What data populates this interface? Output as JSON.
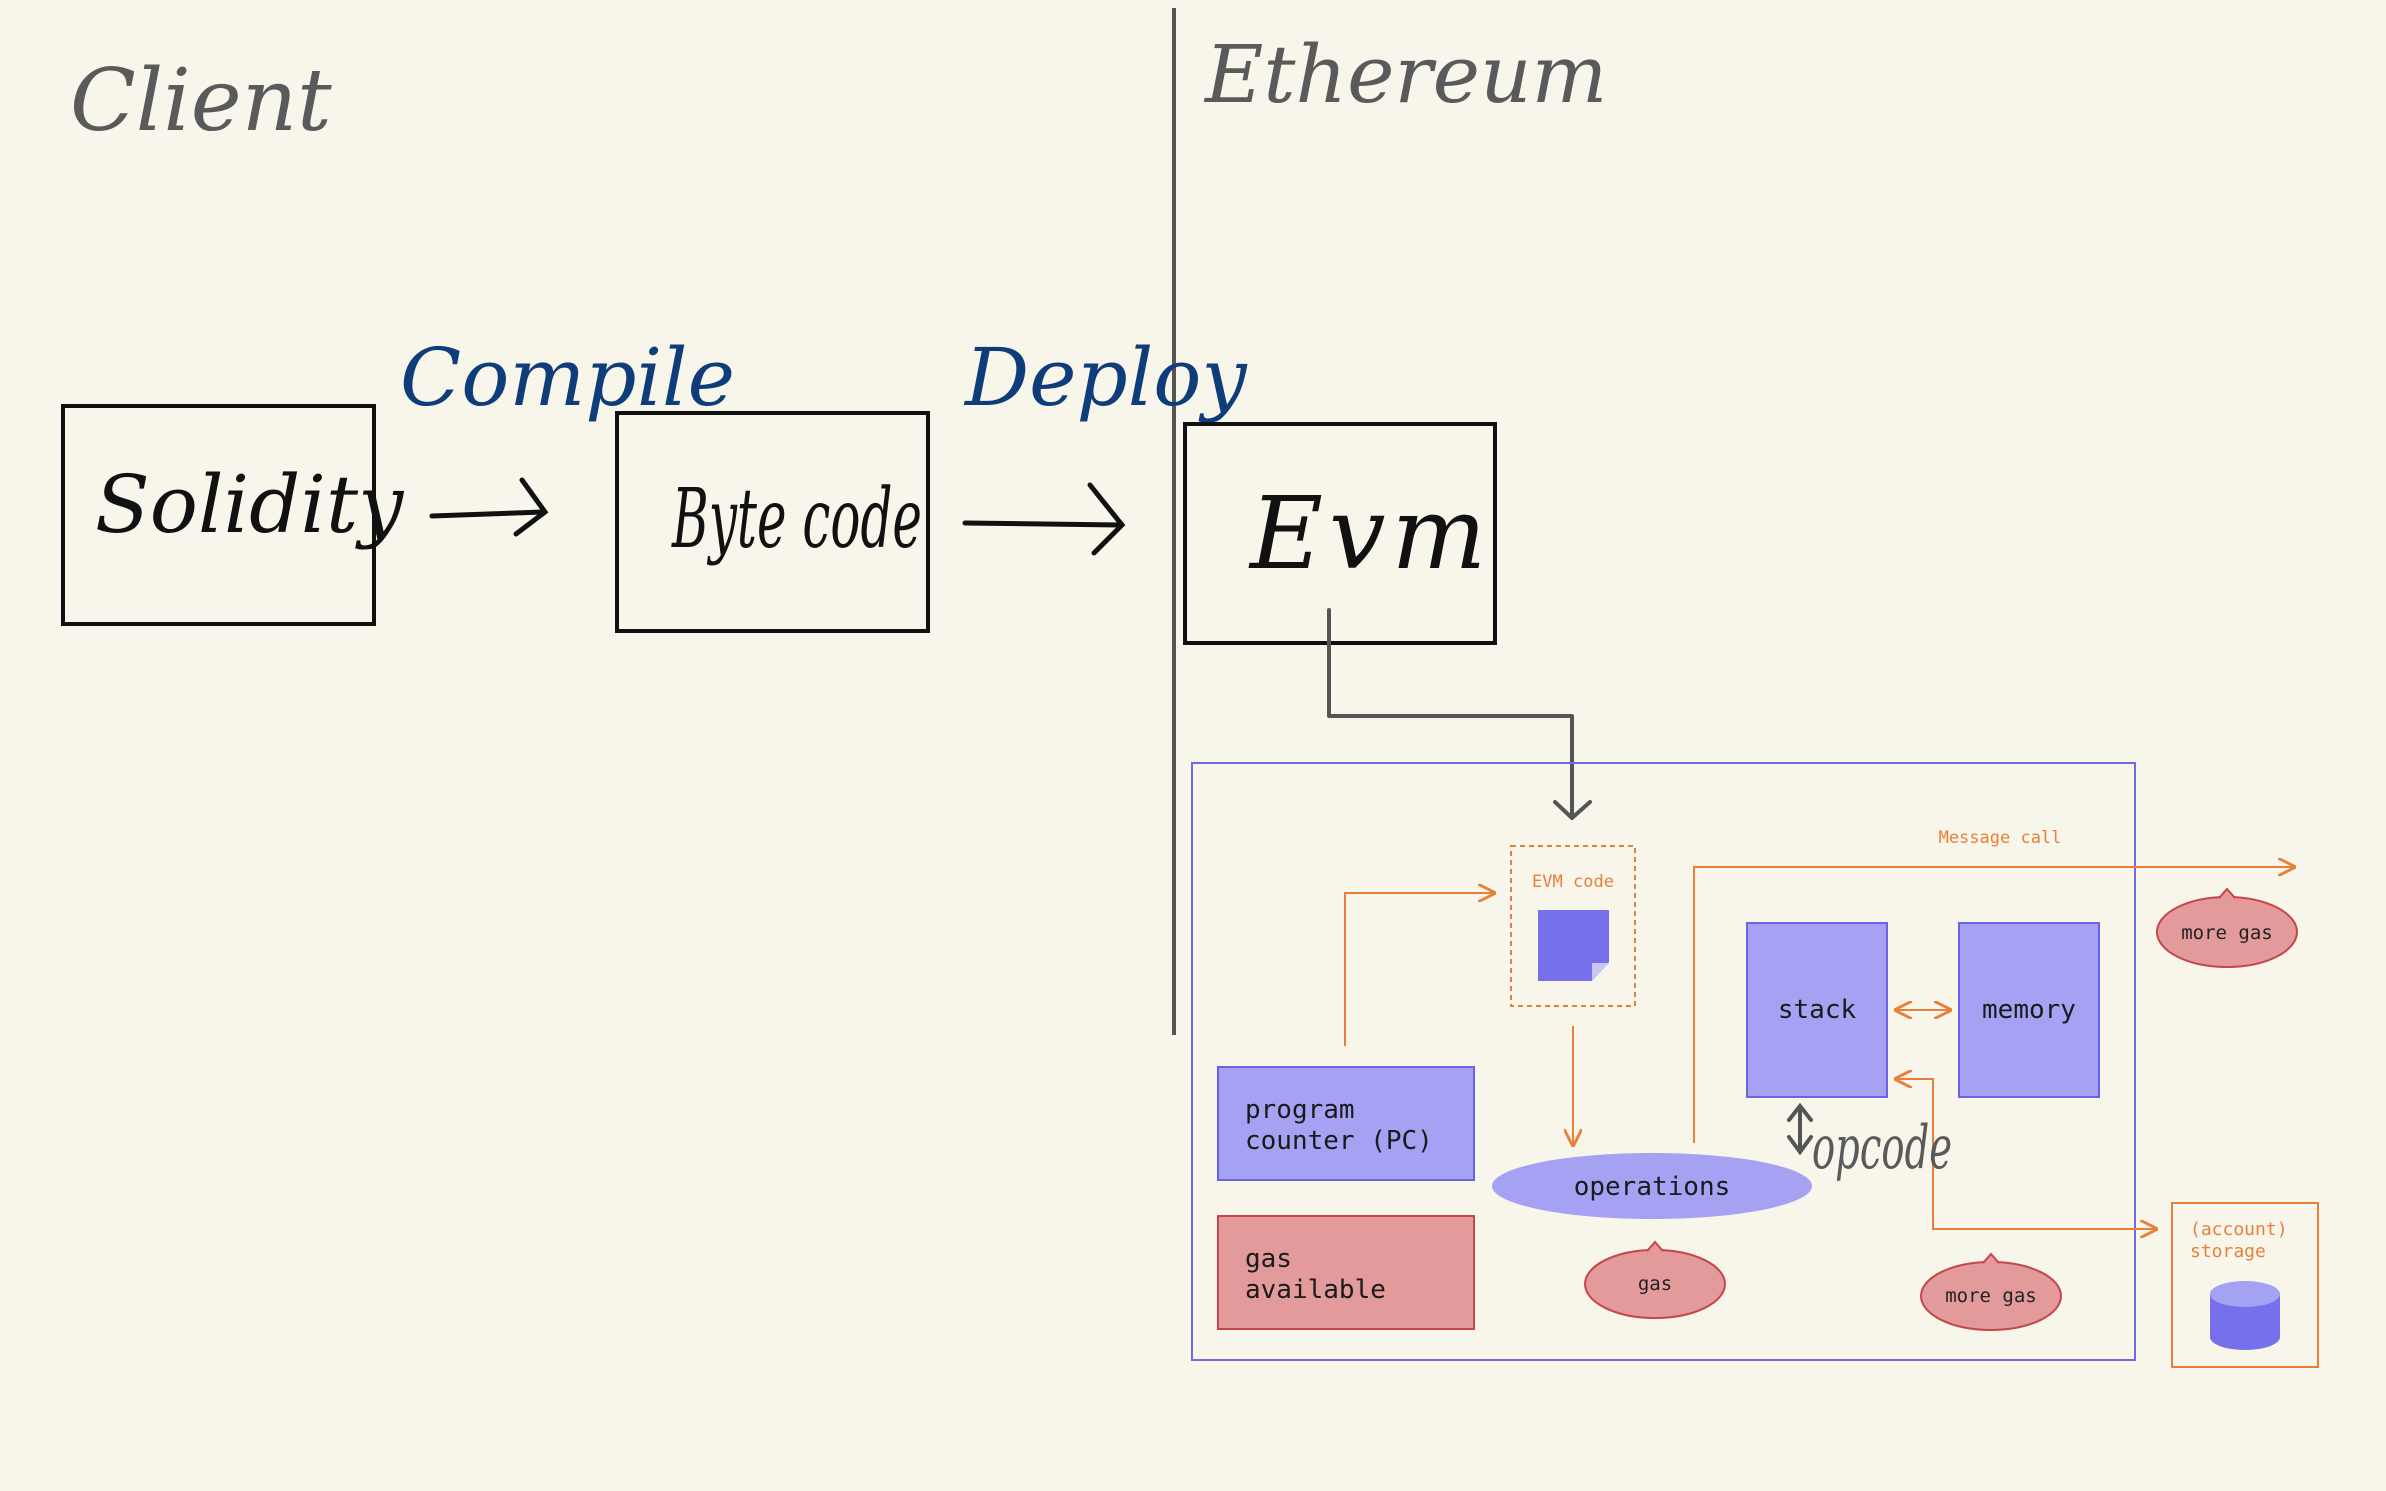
{
  "colors": {
    "background": "#f8f6eb",
    "ink": "#111111",
    "grey_ink": "#5a5a5a",
    "blue_ink": "#0f3d7a",
    "orange": "#e8803a",
    "purple_fill": "#a5a2f4",
    "purple_stroke": "#6a63e6",
    "purple_dark": "#7f79ef",
    "red_fill": "#e39a9b",
    "red_stroke": "#c64548",
    "frame_stroke": "#6f6ae6"
  },
  "headings": {
    "client": "Client",
    "ethereum": "Ethereum"
  },
  "flow": {
    "solidity": "Solidity",
    "compile": "Compile",
    "bytecode": "Byte code",
    "deploy": "Deploy",
    "evm": "Evm"
  },
  "evm_detail": {
    "message_call": "Message call",
    "evm_code": "EVM code",
    "more_gas_top": "more gas",
    "stack": "stack",
    "memory": "memory",
    "program_counter_line1": "program",
    "program_counter_line2": "counter (PC)",
    "operations": "operations",
    "opcode": "opcode",
    "gas_available_line1": "gas",
    "gas_available_line2": "available",
    "gas": "gas",
    "more_gas_bottom": "more gas",
    "storage_line1": "(account)",
    "storage_line2": "storage"
  }
}
